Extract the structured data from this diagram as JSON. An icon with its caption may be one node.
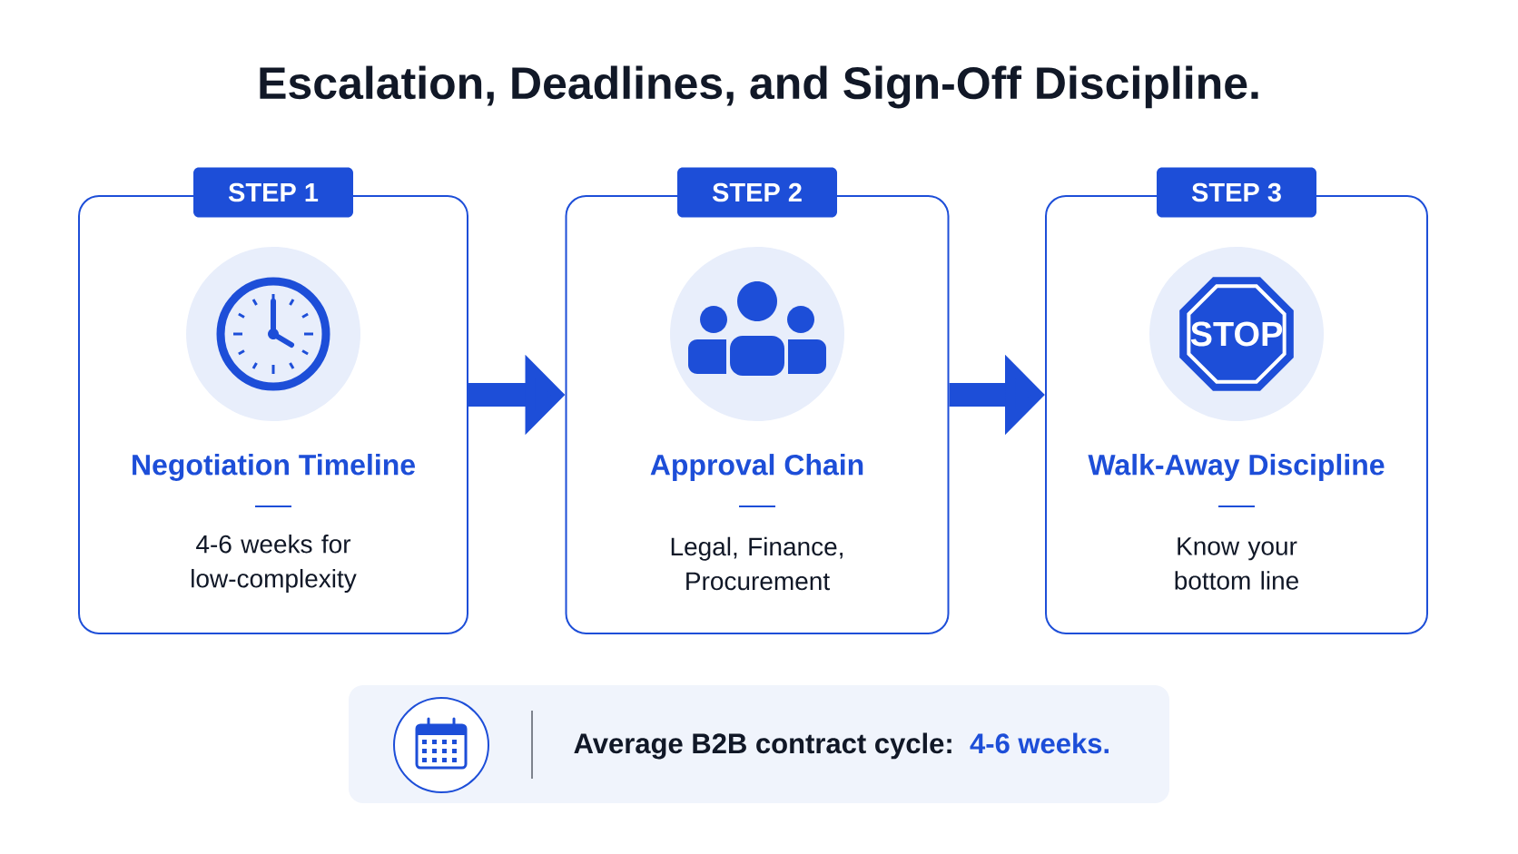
{
  "diagram": {
    "title": "Escalation, Deadlines, and Sign-Off Discipline.",
    "nodes": [
      {
        "text": [
          "STEP 1",
          "Negotiation Timeline",
          "4-6 weeks for low-complexity"
        ]
      },
      {
        "text": [
          "STEP 2",
          "Approval Chain",
          "Legal, Finance, Procurement"
        ]
      },
      {
        "text": [
          "STEP 3",
          "Walk-Away Discipline",
          "Know your bottom line"
        ]
      },
      {
        "text": [
          "Average B2B contract cycle:",
          "4-6 weeks."
        ]
      }
    ],
    "edges": [
      {
        "from": 0,
        "to": 1,
        "arrow": "to"
      },
      {
        "from": 1,
        "to": 2,
        "arrow": "to"
      }
    ],
    "labels": [
      "STOP"
    ]
  }
}
